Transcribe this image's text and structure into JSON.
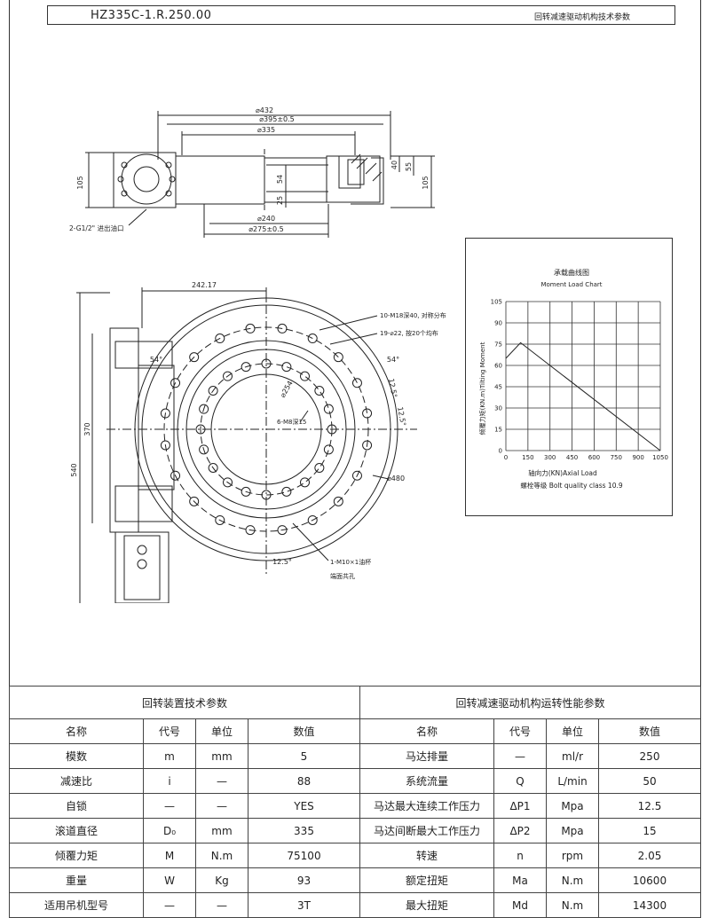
{
  "header": {
    "drawing_code": "HZ335C-1.R.250.00",
    "drawing_title": "回转减速驱动机构技术参数"
  },
  "side_view": {
    "dims": [
      "⌀432",
      "⌀395±0.5",
      "⌀335",
      "⌀240",
      "⌀275±0.5",
      "105",
      "105",
      "40",
      "55",
      "54",
      "25"
    ],
    "port_note": "2-G1/2\" 进出油口"
  },
  "plan_view": {
    "dims": [
      "242.17",
      "370",
      "540",
      "⌀254",
      "⌀480",
      "54°",
      "54°",
      "12.5°",
      "12.5°",
      "12.5°"
    ],
    "callouts": [
      "10-M18深40, 对称分布",
      "19-⌀22, 按20个均布",
      "6-M8深15",
      "1-M10×1油杯",
      "端面共孔"
    ]
  },
  "moment_chart": {
    "title": "承载曲线图",
    "subtitle": "Moment Load Chart",
    "ylabel": "倾覆力矩(KN.m)Tilting Moment",
    "xlabel": "轴向力(KN)Axial Load",
    "note": "螺栓等级 Bolt quality class 10.9",
    "x_ticks": [
      "0",
      "150",
      "300",
      "450",
      "600",
      "750",
      "900",
      "1050"
    ],
    "y_ticks": [
      "0",
      "15",
      "30",
      "45",
      "60",
      "75",
      "90",
      "105"
    ]
  },
  "chart_data": {
    "type": "line",
    "title": "承载曲线图",
    "subtitle": "Moment Load Chart",
    "xlabel": "轴向力(KN)Axial Load",
    "ylabel": "倾覆力矩(KN.m)Tilting Moment",
    "xlim": [
      0,
      1050
    ],
    "ylim": [
      0,
      105
    ],
    "grid": true,
    "x": [
      0,
      100,
      1050
    ],
    "values": [
      65,
      76,
      0
    ]
  },
  "table_left": {
    "title": "回转装置技术参数",
    "columns": [
      "名称",
      "代号",
      "单位",
      "数值"
    ],
    "rows": [
      [
        "模数",
        "m",
        "mm",
        "5"
      ],
      [
        "减速比",
        "i",
        "—",
        "88"
      ],
      [
        "自锁",
        "—",
        "—",
        "YES"
      ],
      [
        "滚道直径",
        "D₀",
        "mm",
        "335"
      ],
      [
        "倾覆力矩",
        "M",
        "N.m",
        "75100"
      ],
      [
        "重量",
        "W",
        "Kg",
        "93"
      ],
      [
        "适用吊机型号",
        "—",
        "—",
        "3T"
      ]
    ]
  },
  "table_right": {
    "title": "回转减速驱动机构运转性能参数",
    "columns": [
      "名称",
      "代号",
      "单位",
      "数值"
    ],
    "rows": [
      [
        "马达排量",
        "—",
        "ml/r",
        "250"
      ],
      [
        "系统流量",
        "Q",
        "L/min",
        "50"
      ],
      [
        "马达最大连续工作压力",
        "ΔP1",
        "Mpa",
        "12.5"
      ],
      [
        "马达间断最大工作压力",
        "ΔP2",
        "Mpa",
        "15"
      ],
      [
        "转速",
        "n",
        "rpm",
        "2.05"
      ],
      [
        "额定扭矩",
        "Ma",
        "N.m",
        "10600"
      ],
      [
        "最大扭矩",
        "Md",
        "N.m",
        "14300"
      ]
    ]
  }
}
